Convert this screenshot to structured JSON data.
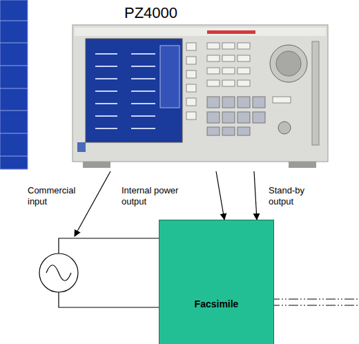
{
  "diagram": {
    "nodes": [
      {
        "text": [
          "PZ4000"
        ]
      },
      {
        "text": [
          "Facsimile"
        ]
      }
    ],
    "edges": [
      {
        "from": 0,
        "to": 1,
        "arrow": "to",
        "label": "Internal power output"
      },
      {
        "from": 0,
        "to": 1,
        "arrow": "to",
        "label": "Stand-by output"
      }
    ],
    "labels": [
      "Commercial input"
    ]
  }
}
